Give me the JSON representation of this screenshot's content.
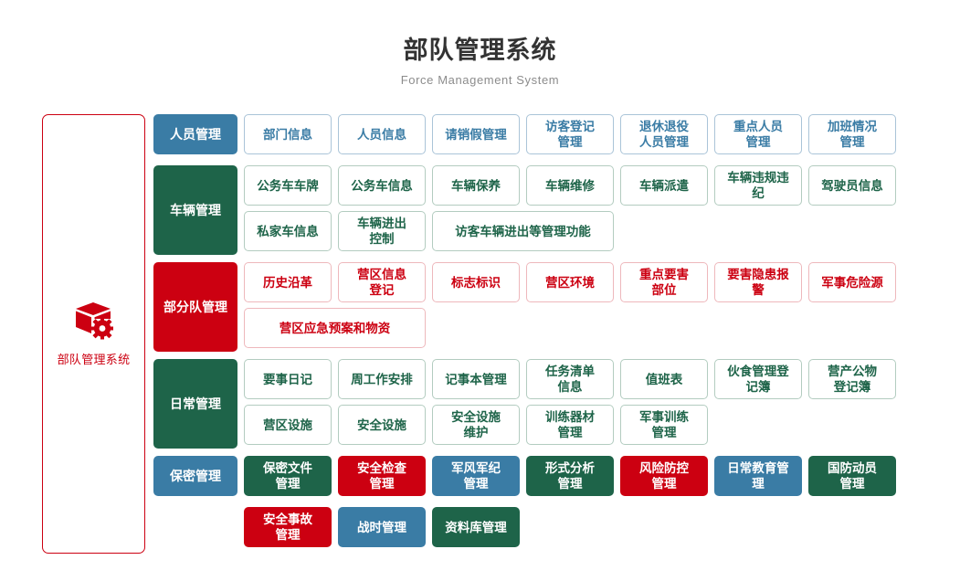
{
  "header": {
    "title": "部队管理系统",
    "subtitle": "Force Management System"
  },
  "brand": {
    "icon": "box-gear-icon",
    "label": "部队管理系统",
    "border_color": "#cc0011",
    "text_color": "#cc0011"
  },
  "colors": {
    "blue": "#3a7ca5",
    "green": "#1e6449",
    "red": "#cc0011",
    "title": "#333333",
    "subtitle": "#8c8c8c"
  },
  "rows": [
    {
      "header": "人员管理",
      "header_style": "blue",
      "items": [
        {
          "label": "部门信息",
          "style": "outline-blue",
          "width": "w1"
        },
        {
          "label": "人员信息",
          "style": "outline-blue",
          "width": "w1"
        },
        {
          "label": "请销假管理",
          "style": "outline-blue",
          "width": "w1"
        },
        {
          "label": "访客登记\n管理",
          "style": "outline-blue",
          "width": "w1"
        },
        {
          "label": "退休退役\n人员管理",
          "style": "outline-blue",
          "width": "w1"
        },
        {
          "label": "重点人员\n管理",
          "style": "outline-blue",
          "width": "w1"
        },
        {
          "label": "加班情况\n管理",
          "style": "outline-blue",
          "width": "w1"
        }
      ]
    },
    {
      "header": "车辆管理",
      "header_style": "green",
      "items": [
        {
          "label": "公务车车牌",
          "style": "outline-green",
          "width": "w1"
        },
        {
          "label": "公务车信息",
          "style": "outline-green",
          "width": "w1"
        },
        {
          "label": "车辆保养",
          "style": "outline-green",
          "width": "w1"
        },
        {
          "label": "车辆维修",
          "style": "outline-green",
          "width": "w1"
        },
        {
          "label": "车辆派遣",
          "style": "outline-green",
          "width": "w1"
        },
        {
          "label": "车辆违规违纪",
          "style": "outline-green",
          "width": "w1"
        },
        {
          "label": "驾驶员信息",
          "style": "outline-green",
          "width": "w1"
        },
        {
          "label": "私家车信息",
          "style": "outline-green",
          "width": "w1"
        },
        {
          "label": "车辆进出\n控制",
          "style": "outline-green",
          "width": "w1"
        },
        {
          "label": "访客车辆进出等管理功能",
          "style": "outline-green",
          "width": "w2"
        }
      ]
    },
    {
      "header": "部分队管理",
      "header_style": "red",
      "items": [
        {
          "label": "历史沿革",
          "style": "outline-red",
          "width": "w1"
        },
        {
          "label": "营区信息\n登记",
          "style": "outline-red",
          "width": "w1"
        },
        {
          "label": "标志标识",
          "style": "outline-red",
          "width": "w1"
        },
        {
          "label": "营区环境",
          "style": "outline-red",
          "width": "w1"
        },
        {
          "label": "重点要害\n部位",
          "style": "outline-red",
          "width": "w1"
        },
        {
          "label": "要害隐患报警",
          "style": "outline-red",
          "width": "w1"
        },
        {
          "label": "军事危险源",
          "style": "outline-red",
          "width": "w1"
        },
        {
          "label": "营区应急预案和物资",
          "style": "outline-red",
          "width": "w2"
        }
      ]
    },
    {
      "header": "日常管理",
      "header_style": "green",
      "items": [
        {
          "label": "要事日记",
          "style": "outline-green",
          "width": "w1"
        },
        {
          "label": "周工作安排",
          "style": "outline-green",
          "width": "w1"
        },
        {
          "label": "记事本管理",
          "style": "outline-green",
          "width": "w1"
        },
        {
          "label": "任务清单\n信息",
          "style": "outline-green",
          "width": "w1"
        },
        {
          "label": "值班表",
          "style": "outline-green",
          "width": "w1"
        },
        {
          "label": "伙食管理登记簿",
          "style": "outline-green",
          "width": "w1"
        },
        {
          "label": "营产公物\n登记簿",
          "style": "outline-green",
          "width": "w1"
        },
        {
          "label": "营区设施",
          "style": "outline-green",
          "width": "w1"
        },
        {
          "label": "安全设施",
          "style": "outline-green",
          "width": "w1"
        },
        {
          "label": "安全设施\n维护",
          "style": "outline-green",
          "width": "w1"
        },
        {
          "label": "训练器材\n管理",
          "style": "outline-green",
          "width": "w1"
        },
        {
          "label": "军事训练\n管理",
          "style": "outline-green",
          "width": "w1"
        }
      ]
    },
    {
      "header": "保密管理",
      "header_style": "blue",
      "items": [
        {
          "label": "保密文件\n管理",
          "style": "solid-green",
          "width": "w1"
        },
        {
          "label": "安全检查\n管理",
          "style": "solid-red",
          "width": "w1"
        },
        {
          "label": "军风军纪\n管理",
          "style": "solid-blue",
          "width": "w1"
        },
        {
          "label": "形式分析\n管理",
          "style": "solid-green",
          "width": "w1"
        },
        {
          "label": "风险防控\n管理",
          "style": "solid-red",
          "width": "w1"
        },
        {
          "label": "日常教育管理",
          "style": "solid-blue",
          "width": "w1"
        },
        {
          "label": "国防动员\n管理",
          "style": "solid-green",
          "width": "w1"
        }
      ]
    }
  ],
  "last_row": {
    "items": [
      {
        "label": "安全事故\n管理",
        "style": "solid-red",
        "width": "w1"
      },
      {
        "label": "战时管理",
        "style": "solid-blue",
        "width": "w1"
      },
      {
        "label": "资料库管理",
        "style": "solid-green",
        "width": "w1"
      }
    ]
  }
}
